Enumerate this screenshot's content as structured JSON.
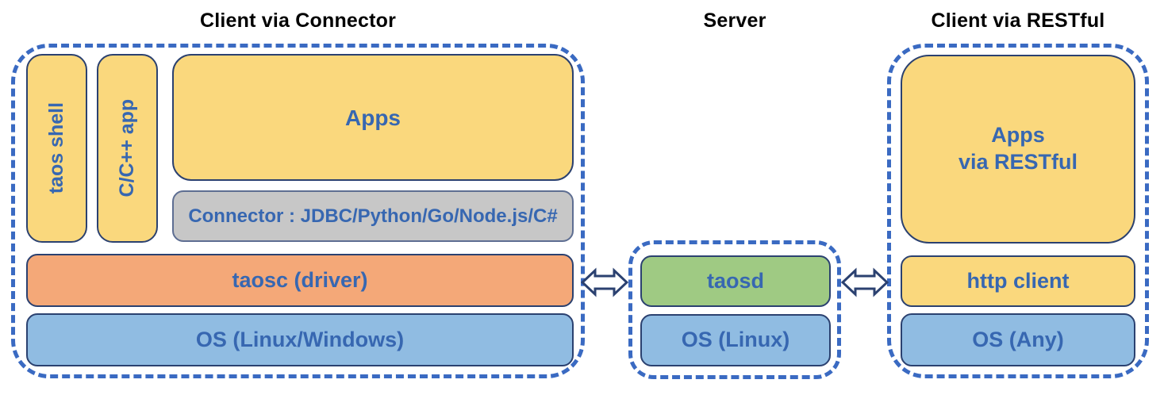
{
  "sections": [
    {
      "title": "Client via Connector",
      "blocks": {
        "taos_shell": "taos shell",
        "cpp_app": "C/C++ app",
        "apps": "Apps",
        "connector": "Connector : JDBC/Python/Go/Node.js/C#",
        "taosc": "taosc (driver)",
        "os": "OS (Linux/Windows)"
      }
    },
    {
      "title": "Server",
      "blocks": {
        "taosd": "taosd",
        "os": "OS (Linux)"
      }
    },
    {
      "title": "Client via RESTful",
      "blocks": {
        "apps_line1": "Apps",
        "apps_line2": "via RESTful",
        "http_client": "http client",
        "os": "OS (Any)"
      }
    }
  ],
  "icons": {
    "left_arrow": "double-arrow-icon",
    "right_arrow": "double-arrow-icon"
  },
  "colors": {
    "yellow_fill": "#FAD87D",
    "orange_fill": "#F4A878",
    "blue_fill": "#90BCE2",
    "green_fill": "#9FCA83",
    "gray_fill": "#C7C7C7",
    "dashed_border": "#3A6AC2",
    "box_border": "#2B4170",
    "gray_border": "#5E6E92",
    "label_blue": "#3767B1",
    "title_black": "#000000"
  }
}
